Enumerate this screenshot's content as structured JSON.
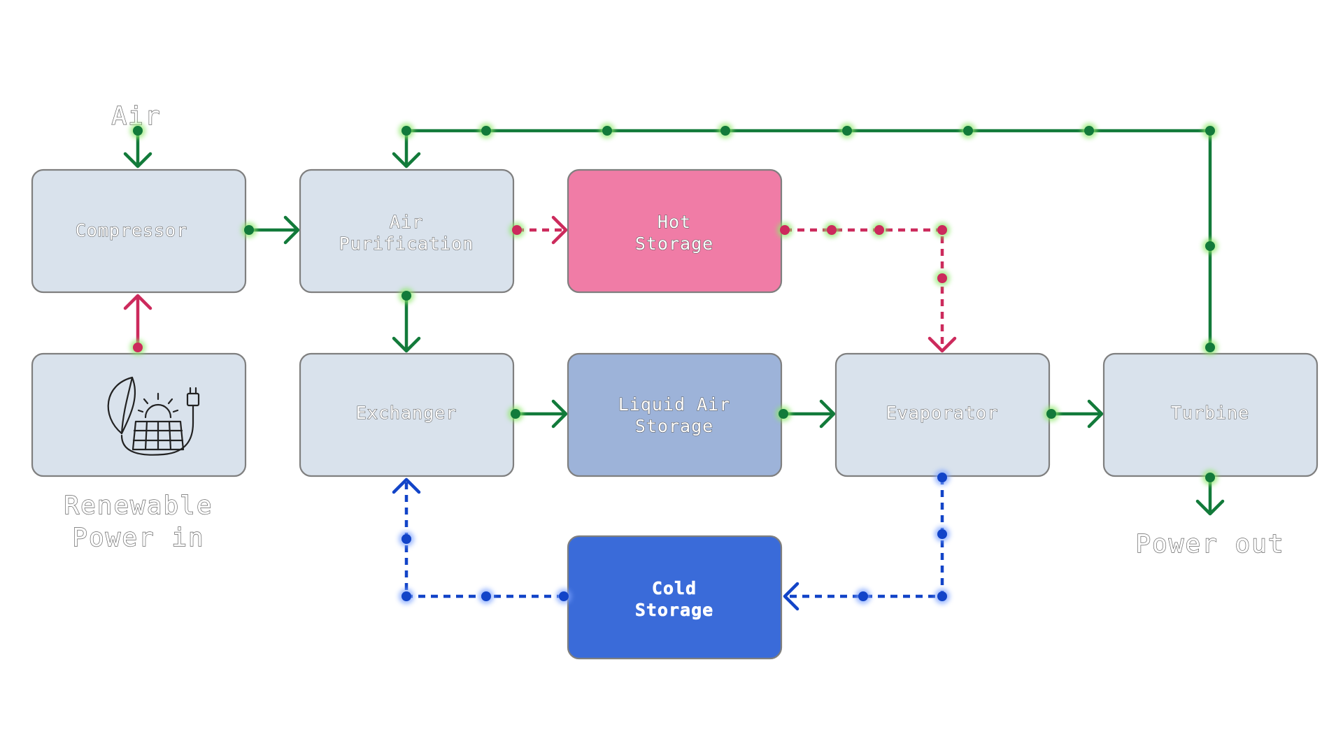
{
  "colors": {
    "air_flow": "#127a3a",
    "heat_flow": "#cc2a5c",
    "cold_flow": "#1244c8",
    "node_default": "#d9e2ec",
    "node_hot": "#f07ca6",
    "node_liquid_air": "#9db3d9",
    "node_cold": "#3a6bd9"
  },
  "nodes": {
    "compressor": {
      "lines": [
        "Compressor"
      ]
    },
    "renewable_source": {
      "icon": "solar-panel-leaf-plug-icon"
    },
    "air_purification": {
      "lines": [
        "Air",
        "Purification"
      ]
    },
    "hot_storage": {
      "lines": [
        "Hot",
        "Storage"
      ]
    },
    "exchanger": {
      "lines": [
        "Exchanger"
      ]
    },
    "liquid_air_storage": {
      "lines": [
        "Liquid Air",
        "Storage"
      ]
    },
    "evaporator": {
      "lines": [
        "Evaporator"
      ]
    },
    "turbine": {
      "lines": [
        "Turbine"
      ]
    },
    "cold_storage": {
      "lines": [
        "Cold",
        "Storage"
      ]
    }
  },
  "labels": {
    "air_in": "Air",
    "renewable_in": [
      "Renewable",
      "Power in"
    ],
    "power_out": "Power out"
  },
  "edges": [
    {
      "from": "air_in",
      "to": "compressor",
      "flow": "air",
      "style": "solid"
    },
    {
      "from": "renewable_source",
      "to": "compressor",
      "flow": "heat",
      "style": "solid"
    },
    {
      "from": "compressor",
      "to": "air_purification",
      "flow": "air",
      "style": "solid"
    },
    {
      "from": "air_purification",
      "to": "hot_storage",
      "flow": "heat",
      "style": "dashed"
    },
    {
      "from": "air_purification",
      "to": "exchanger",
      "flow": "air",
      "style": "solid"
    },
    {
      "from": "hot_storage",
      "to": "evaporator",
      "flow": "heat",
      "style": "dashed"
    },
    {
      "from": "exchanger",
      "to": "liquid_air_storage",
      "flow": "air",
      "style": "solid"
    },
    {
      "from": "liquid_air_storage",
      "to": "evaporator",
      "flow": "air",
      "style": "solid"
    },
    {
      "from": "evaporator",
      "to": "turbine",
      "flow": "air",
      "style": "solid"
    },
    {
      "from": "turbine",
      "to": "air_purification",
      "flow": "air",
      "style": "solid"
    },
    {
      "from": "evaporator",
      "to": "cold_storage",
      "flow": "cold",
      "style": "dashed"
    },
    {
      "from": "cold_storage",
      "to": "exchanger",
      "flow": "cold",
      "style": "dashed"
    },
    {
      "from": "turbine",
      "to": "power_out",
      "flow": "air",
      "style": "solid"
    }
  ]
}
